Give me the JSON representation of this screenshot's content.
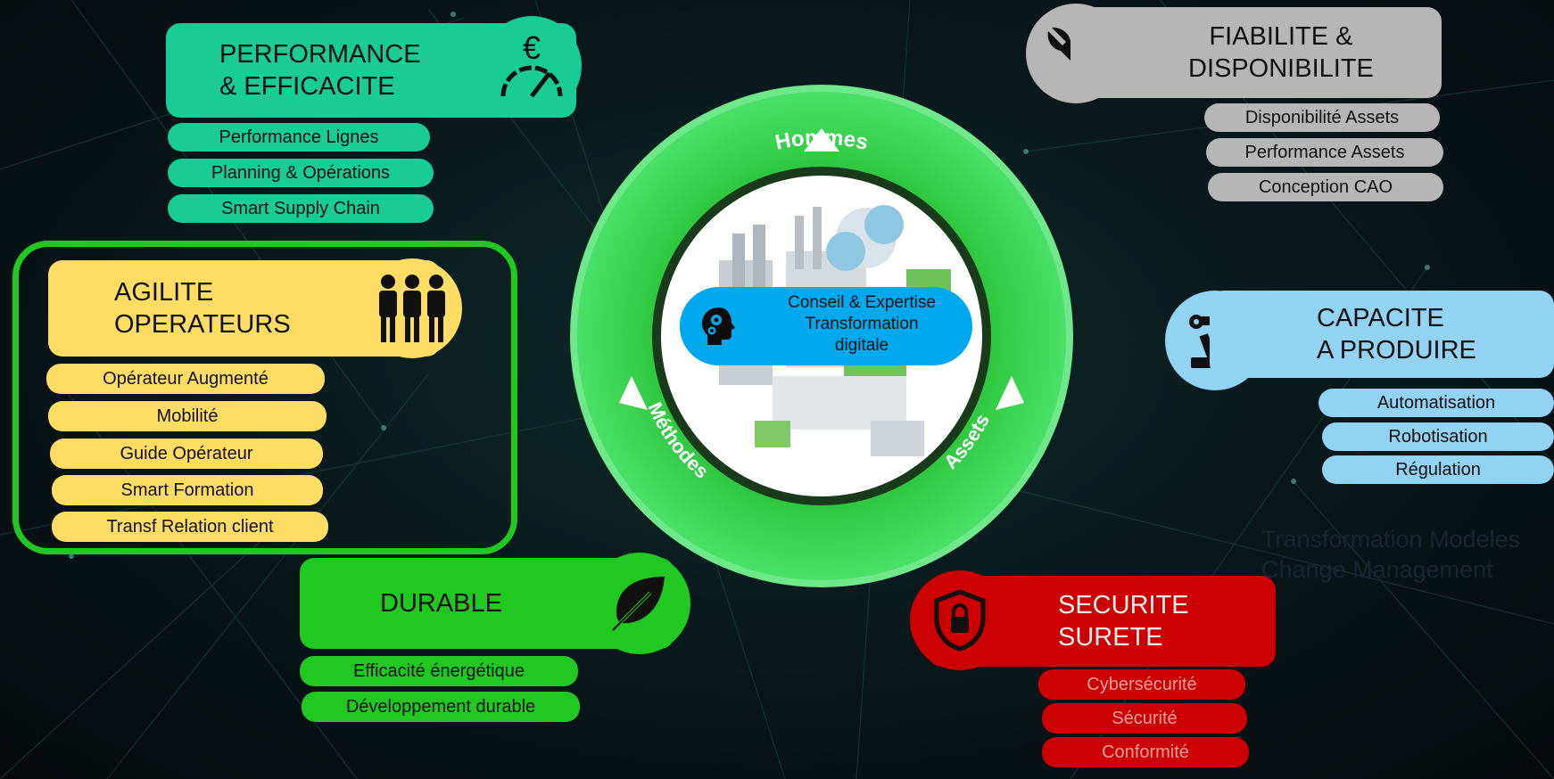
{
  "center": {
    "ring_labels": {
      "top": "Hommes",
      "left": "Méthodes",
      "right": "Assets"
    },
    "badge_text": "Conseil & Expertise\nTransformation\ndigitale"
  },
  "performance": {
    "title": "PERFORMANCE\n& EFFICACITE",
    "icon_names": [
      "euro-icon",
      "speedometer-icon"
    ],
    "items": [
      "Performance Lignes",
      "Planning & Opérations",
      "Smart Supply Chain"
    ]
  },
  "fiabilite": {
    "title": "FIABILITE &\nDISPONIBILITE",
    "icon_names": [
      "wrench-icon"
    ],
    "items": [
      "Disponibilité Assets",
      "Performance Assets",
      "Conception CAO"
    ]
  },
  "agilite": {
    "title": "AGILITE\nOPERATEURS",
    "icon_names": [
      "people-icon"
    ],
    "items": [
      "Opérateur Augmenté",
      "Mobilité",
      "Guide Opérateur",
      "Smart Formation",
      "Transf Relation client"
    ]
  },
  "capacite": {
    "title": "CAPACITE\nA PRODUIRE",
    "icon_names": [
      "robot-arm-icon"
    ],
    "items": [
      "Automatisation",
      "Robotisation",
      "Régulation"
    ]
  },
  "durable": {
    "title": "DURABLE",
    "icon_names": [
      "leaf-icon"
    ],
    "items": [
      "Efficacité énergétique",
      "Développement durable"
    ]
  },
  "securite": {
    "title": "SECURITE\nSURETE",
    "icon_names": [
      "shield-lock-icon"
    ],
    "items": [
      "Cybersécurité",
      "Sécurité",
      "Conformité"
    ]
  },
  "ghost_text": "Transformation Modeles\nChange Management",
  "colors": {
    "performance": "#19cc94",
    "fiabilite": "#b6b6b6",
    "agilite": "#ffdc64",
    "capacite": "#92d2f2",
    "durable": "#22c822",
    "securite": "#cc0000",
    "ring": "#3ddc5a",
    "badge": "#00a8ee"
  }
}
